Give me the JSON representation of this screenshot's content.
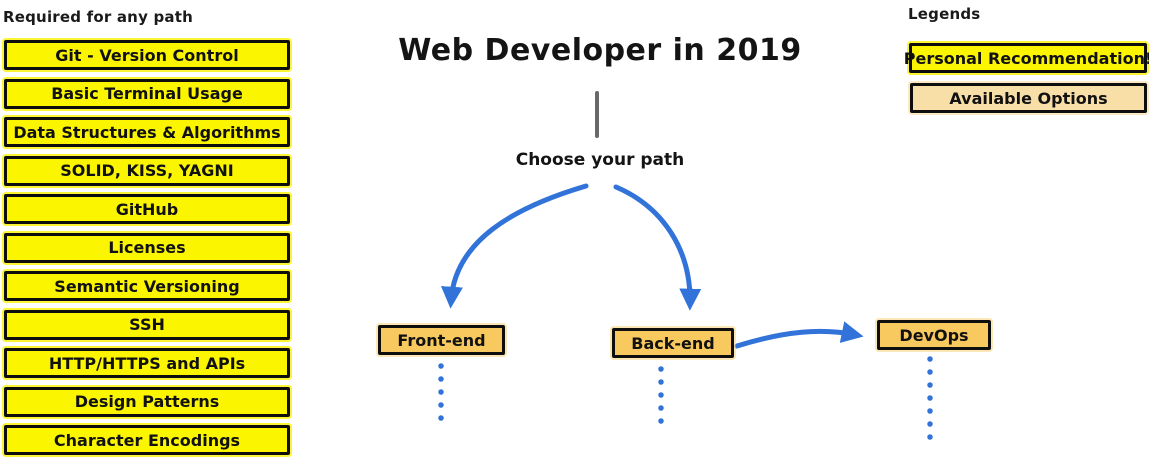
{
  "left_panel": {
    "title": "Required for any path",
    "items": [
      "Git - Version Control",
      "Basic Terminal Usage",
      "Data Structures & Algorithms",
      "SOLID, KISS, YAGNI",
      "GitHub",
      "Licenses",
      "Semantic Versioning",
      "SSH",
      "HTTP/HTTPS and APIs",
      "Design Patterns",
      "Character Encodings"
    ]
  },
  "center": {
    "title": "Web Developer in 2019",
    "choose_label": "Choose your path",
    "paths": [
      {
        "label": "Front-end"
      },
      {
        "label": "Back-end"
      },
      {
        "label": "DevOps"
      }
    ]
  },
  "legend": {
    "title": "Legends",
    "items": [
      {
        "label": "Personal Recommendation!",
        "color": "#fbf600"
      },
      {
        "label": "Available Options",
        "color": "#f8dfa8"
      }
    ]
  },
  "colors": {
    "required_box": "#fbf600",
    "path_node_box": "#f7c95e",
    "legend_available_box": "#f8dfa8",
    "arrow_blue": "#3173d8",
    "trunk_gray": "#696969",
    "border_black": "#0e0e0e"
  }
}
